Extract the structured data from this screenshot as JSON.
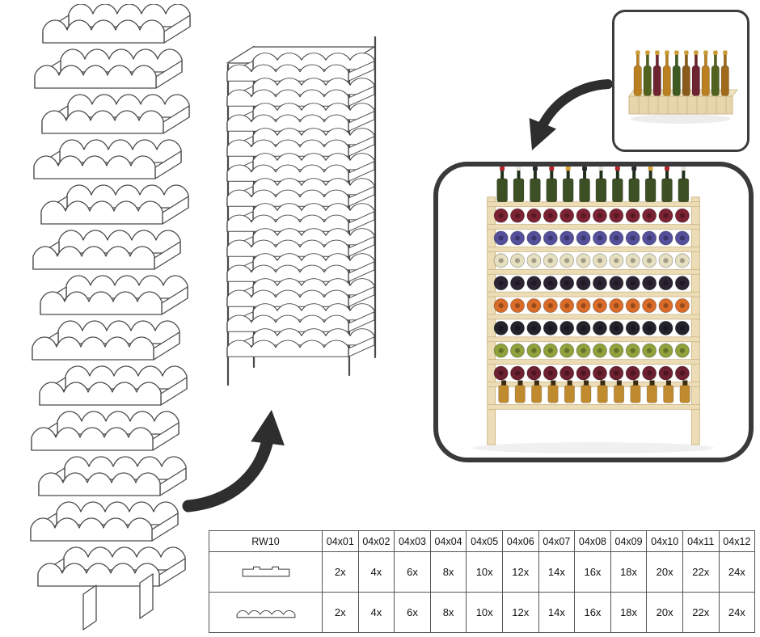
{
  "table": {
    "model": "RW10",
    "part_headers": [
      "04x01",
      "04x02",
      "04x03",
      "04x04",
      "04x05",
      "04x06",
      "04x07",
      "04x08",
      "04x09",
      "04x10",
      "04x11",
      "04x12"
    ],
    "rows": [
      {
        "icon": "connector-part-icon",
        "quantities": [
          "2x",
          "4x",
          "6x",
          "8x",
          "10x",
          "12x",
          "14x",
          "16x",
          "18x",
          "20x",
          "22x",
          "24x"
        ]
      },
      {
        "icon": "wave-shelf-part-icon",
        "quantities": [
          "2x",
          "4x",
          "6x",
          "8x",
          "10x",
          "12x",
          "14x",
          "16x",
          "18x",
          "20x",
          "22x",
          "24x"
        ]
      }
    ]
  },
  "colors": {
    "outline": "#4a4a4a",
    "arrow": "#2e2e2e",
    "frame_border": "#3a3a3a",
    "wood_light": "#ecddb6",
    "wood_face": "#e7d6ab",
    "wood_edge": "#c6ad7c"
  },
  "photos": {
    "large_rack": {
      "bottle_rows": [
        "#7b2333",
        "#55509b",
        "#e6e0c0",
        "#2c2433",
        "#d96c28",
        "#23232b",
        "#8fa23c",
        "#6d2030"
      ],
      "top_bottle_body": "#3c4f25",
      "top_bottle_caps": [
        "#b3252b",
        "#e8e4da",
        "#26262b",
        "#b3252b",
        "#d9a33a",
        "#26262b",
        "#e8e4da",
        "#b3252b",
        "#26262b",
        "#d9a33a",
        "#b3252b",
        "#e8e4da"
      ],
      "bottom_bottle_body": "#c08a2f"
    },
    "small_rack": {
      "bottle_colors": [
        "#b97f21",
        "#51621f",
        "#6e2430",
        "#b97f21",
        "#3e5a23",
        "#8a5a1a",
        "#6e2430",
        "#b97f21",
        "#51621f",
        "#a06a1d"
      ]
    }
  }
}
